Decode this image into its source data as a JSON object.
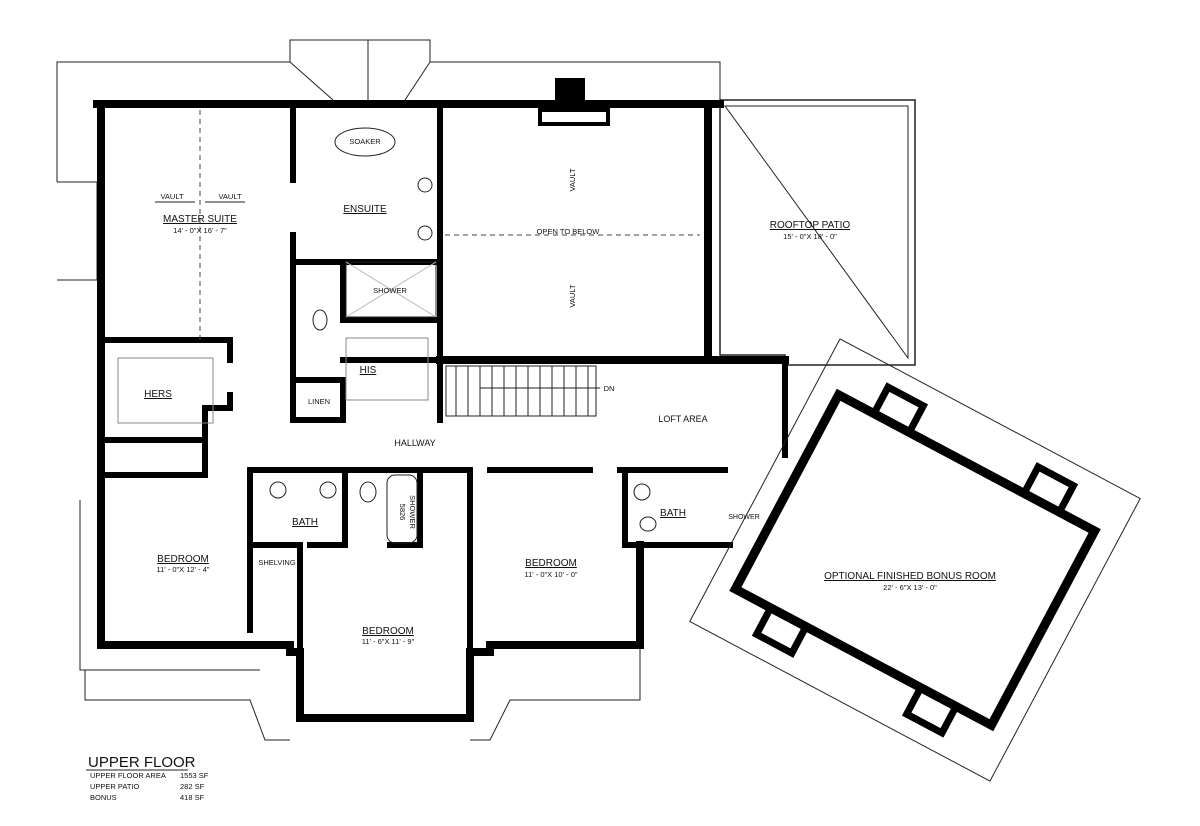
{
  "plan": {
    "title": "UPPER FLOOR",
    "areas": [
      {
        "label": "UPPER FLOOR AREA",
        "value": "1553 SF"
      },
      {
        "label": "UPPER PATIO",
        "value": "282 SF"
      },
      {
        "label": "BONUS",
        "value": "418 SF"
      }
    ],
    "rooms": {
      "master_suite": {
        "name": "MASTER SUITE",
        "dims": "14' - 0\"X 16' - 7\"",
        "vault_left": "VAULT",
        "vault_right": "VAULT"
      },
      "soaker": "SOAKER",
      "ensuite": "ENSUITE",
      "shower_ensuite": "SHOWER",
      "his": "HIS",
      "hers": "HERS",
      "linen": "LINEN",
      "open_to_below": {
        "name": "OPEN TO BELOW",
        "vault_top": "VAULT",
        "vault_bottom": "VAULT"
      },
      "rooftop_patio": {
        "name": "ROOFTOP PATIO",
        "dims": "15' - 0\"X 18' - 0\""
      },
      "stairs_dn": "DN",
      "loft": "LOFT AREA",
      "hallway": "HALLWAY",
      "bath_main": "BATH",
      "shelving": "SHELVING",
      "shower_5826": {
        "line1": "5826",
        "line2": "SHOWER"
      },
      "bath_right": "BATH",
      "shower_right": "SHOWER",
      "bedroom_left": {
        "name": "BEDROOM",
        "dims": "11' - 0\"X 12' - 4\""
      },
      "bedroom_center": {
        "name": "BEDROOM",
        "dims": "11' - 6\"X 11' - 9\""
      },
      "bedroom_right": {
        "name": "BEDROOM",
        "dims": "11' - 0\"X 10' - 0\""
      },
      "bonus_room": {
        "name": "OPTIONAL FINISHED BONUS ROOM",
        "dims": "22' - 6\"X 13' - 0\""
      }
    }
  }
}
